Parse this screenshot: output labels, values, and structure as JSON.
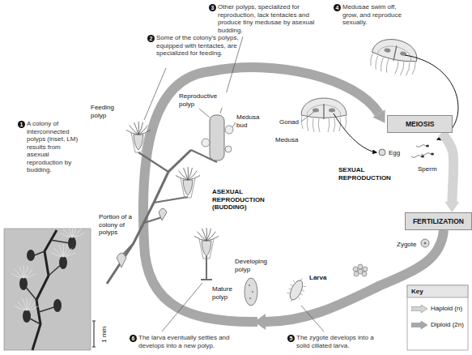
{
  "diagram": {
    "nodes": [
      {
        "text": [
          "MEIOSIS"
        ]
      },
      {
        "text": [
          "FERTILIZATION"
        ]
      }
    ],
    "edges": [
      {
        "from": 0,
        "to": 1,
        "arrow": "to"
      }
    ],
    "labels": [
      "1",
      "A colony of interconnected polyps (inset, LM) results from asexual reproduction by budding.",
      "2",
      "Some of the colony’s polyps, equipped with tentacles, are specialized for feeding.",
      "3",
      "Other polyps, specialized for reproduction, lack tentacles and produce tiny medusae by asexual budding.",
      "4",
      "Medusae swim off, grow, and reproduce sexually.",
      "Feeding polyp",
      "Reproductive polyp",
      "Medusa bud",
      "Gonad",
      "Medusa",
      "SEXUAL REPRODUCTION",
      "Egg",
      "Sperm",
      "Zygote",
      "ASEXUAL REPRODUCTION (BUDDING)",
      "Portion of a colony of polyps",
      "Developing polyp",
      "Larva",
      "Mature polyp",
      "5",
      "The zygote develops into a solid ciliated larva.",
      "6",
      "The larva eventually settles and develops into a new polyp.",
      "1 mm",
      "Key"
    ],
    "legend": [
      {
        "text": "Haploid (n)",
        "color": "#d4d4d4"
      },
      {
        "text": "Diploid (2n)",
        "color": "#a8a8a8"
      }
    ]
  }
}
